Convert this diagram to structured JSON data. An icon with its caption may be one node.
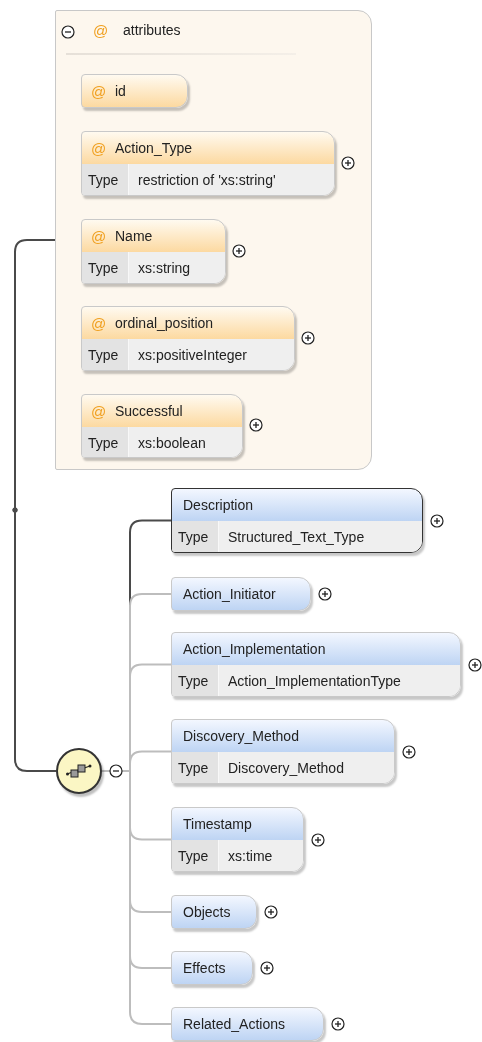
{
  "diagram": {
    "nodes": [
      {
        "text": [
          "@",
          "attributes"
        ]
      },
      {
        "text": [
          "@",
          "id"
        ],
        "in": 0
      },
      {
        "text": [
          "@",
          "Action_Type",
          "Type",
          "restriction of 'xs:string'"
        ],
        "in": 0
      },
      {
        "text": [
          "@",
          "Name",
          "Type",
          "xs:string"
        ],
        "in": 0
      },
      {
        "text": [
          "@",
          "ordinal_position",
          "Type",
          "xs:positiveInteger"
        ],
        "in": 0
      },
      {
        "text": [
          "@",
          "Successful",
          "Type",
          "xs:boolean"
        ],
        "in": 0
      },
      {
        "text": [],
        "shape": "circle"
      },
      {
        "text": [
          "Description",
          "Type",
          "Structured_Text_Type"
        ]
      },
      {
        "text": [
          "Action_Initiator"
        ]
      },
      {
        "text": [
          "Action_Implementation",
          "Type",
          "Action_ImplementationType"
        ]
      },
      {
        "text": [
          "Discovery_Method",
          "Type",
          "Discovery_Method"
        ]
      },
      {
        "text": [
          "Timestamp",
          "Type",
          "xs:time"
        ]
      },
      {
        "text": [
          "Objects"
        ]
      },
      {
        "text": [
          "Effects"
        ]
      },
      {
        "text": [
          "Related_Actions"
        ]
      }
    ],
    "edges": [
      {
        "from": null,
        "to": 0,
        "arrow": "other",
        "color": "#4a4a4a"
      },
      {
        "from": null,
        "to": 6,
        "arrow": "other",
        "color": "#4a4a4a"
      },
      {
        "from": 6,
        "to": 7,
        "arrow": "none",
        "color": "#4a4a4a"
      },
      {
        "from": 6,
        "to": 8,
        "arrow": "none"
      },
      {
        "from": 6,
        "to": 9,
        "arrow": "none"
      },
      {
        "from": 6,
        "to": 10,
        "arrow": "none"
      },
      {
        "from": 6,
        "to": 11,
        "arrow": "none"
      },
      {
        "from": 6,
        "to": 12,
        "arrow": "none"
      },
      {
        "from": 6,
        "to": 13,
        "arrow": "none"
      },
      {
        "from": 6,
        "to": 14,
        "arrow": "none"
      }
    ]
  }
}
